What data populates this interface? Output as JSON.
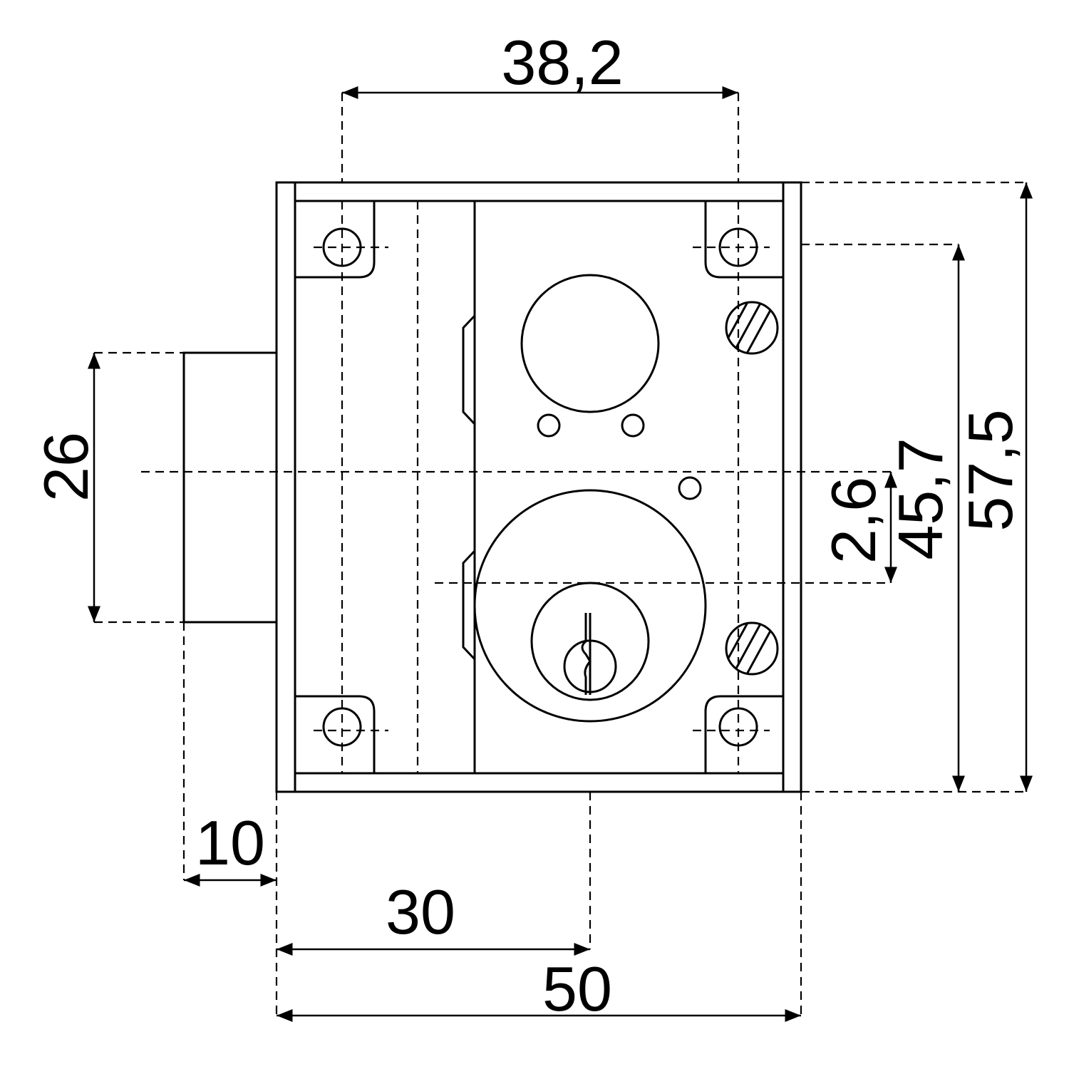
{
  "dimensions": {
    "top_width": "38,2",
    "bolt_height": "26",
    "offset_small": "2,6",
    "hole_spacing_vertical": "45,7",
    "total_height": "57,5",
    "bolt_projection": "10",
    "backset": "30",
    "total_width": "50"
  },
  "colors": {
    "line": "#000000",
    "body_fill": "#e9e9e9",
    "background": "#ffffff"
  }
}
